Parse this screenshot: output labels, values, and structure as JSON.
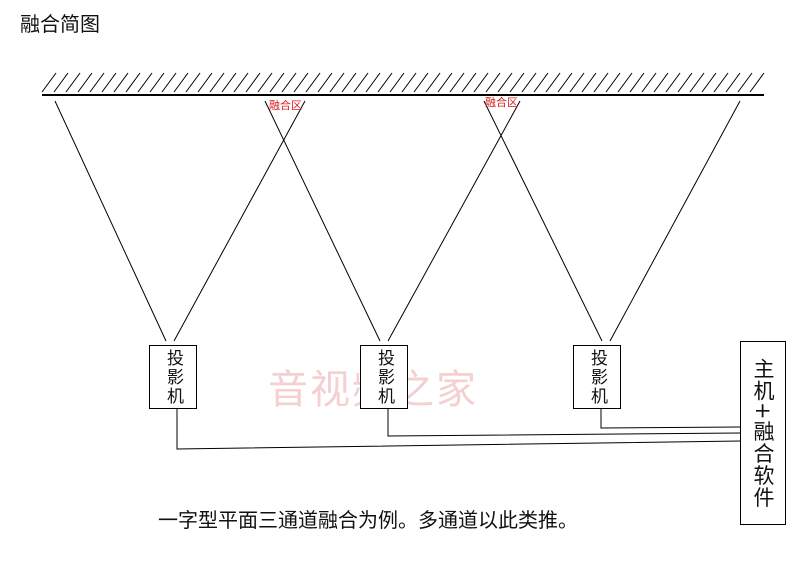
{
  "title": "融合简图",
  "blend_zone_labels": [
    "融合区",
    "融合区"
  ],
  "projectors": [
    {
      "label": "投影机"
    },
    {
      "label": "投影机"
    },
    {
      "label": "投影机"
    }
  ],
  "host": {
    "label": "主机+融合软件"
  },
  "watermark": "音视频之家",
  "caption": "一字型平面三通道融合为例。多通道以此类推。",
  "colors": {
    "line": "#000000",
    "blend_zone_label": "#d92020",
    "watermark": "#e6a0a0"
  }
}
